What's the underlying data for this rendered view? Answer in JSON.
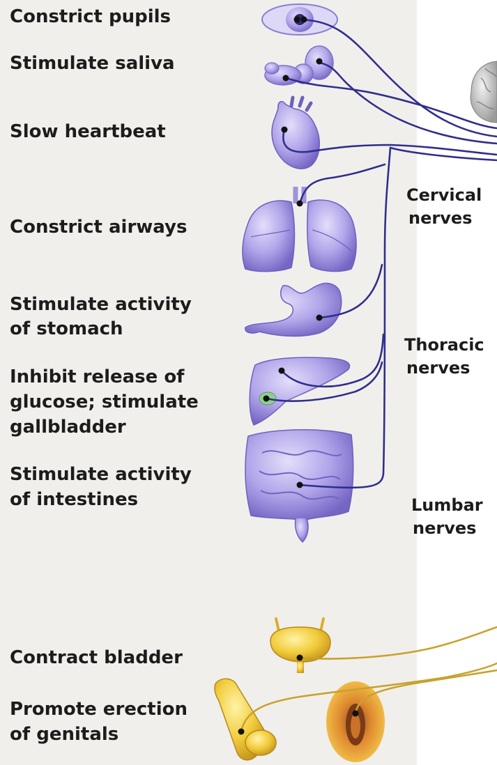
{
  "labels": {
    "constrict_pupils": "Constrict pupils",
    "stimulate_saliva": "Stimulate saliva",
    "slow_heartbeat": "Slow heartbeat",
    "constrict_airways": "Constrict airways",
    "stomach_line1": "Stimulate activity",
    "stomach_line2": "of stomach",
    "liver_line1": "Inhibit release of",
    "liver_line2": "glucose; stimulate",
    "liver_line3": "gallbladder",
    "intestines_line1": "Stimulate activity",
    "intestines_line2": "of intestines",
    "contract_bladder": "Contract bladder",
    "genitals_line1": "Promote erection",
    "genitals_line2": "of genitals"
  },
  "regions": {
    "cervical_line1": "Cervical",
    "cervical_line2": "nerves",
    "thoracic_line1": "Thoracic",
    "thoracic_line2": "nerves",
    "lumbar_line1": "Lumbar",
    "lumbar_line2": "nerves"
  },
  "colors": {
    "panel_background": "#f1efec",
    "vagus_nerve": "#2f2e8c",
    "sacral_nerve": "#c8a22c",
    "organ_purple": "#a79be3",
    "organ_yellow": "#f0c93a",
    "label_text": "#1c1c1c"
  },
  "icons": [
    "eye-icon",
    "salivary-glands-icon",
    "heart-icon",
    "lungs-icon",
    "stomach-icon",
    "liver-icon",
    "intestines-icon",
    "bladder-icon",
    "penis-icon",
    "vulva-icon",
    "brain-icon"
  ]
}
